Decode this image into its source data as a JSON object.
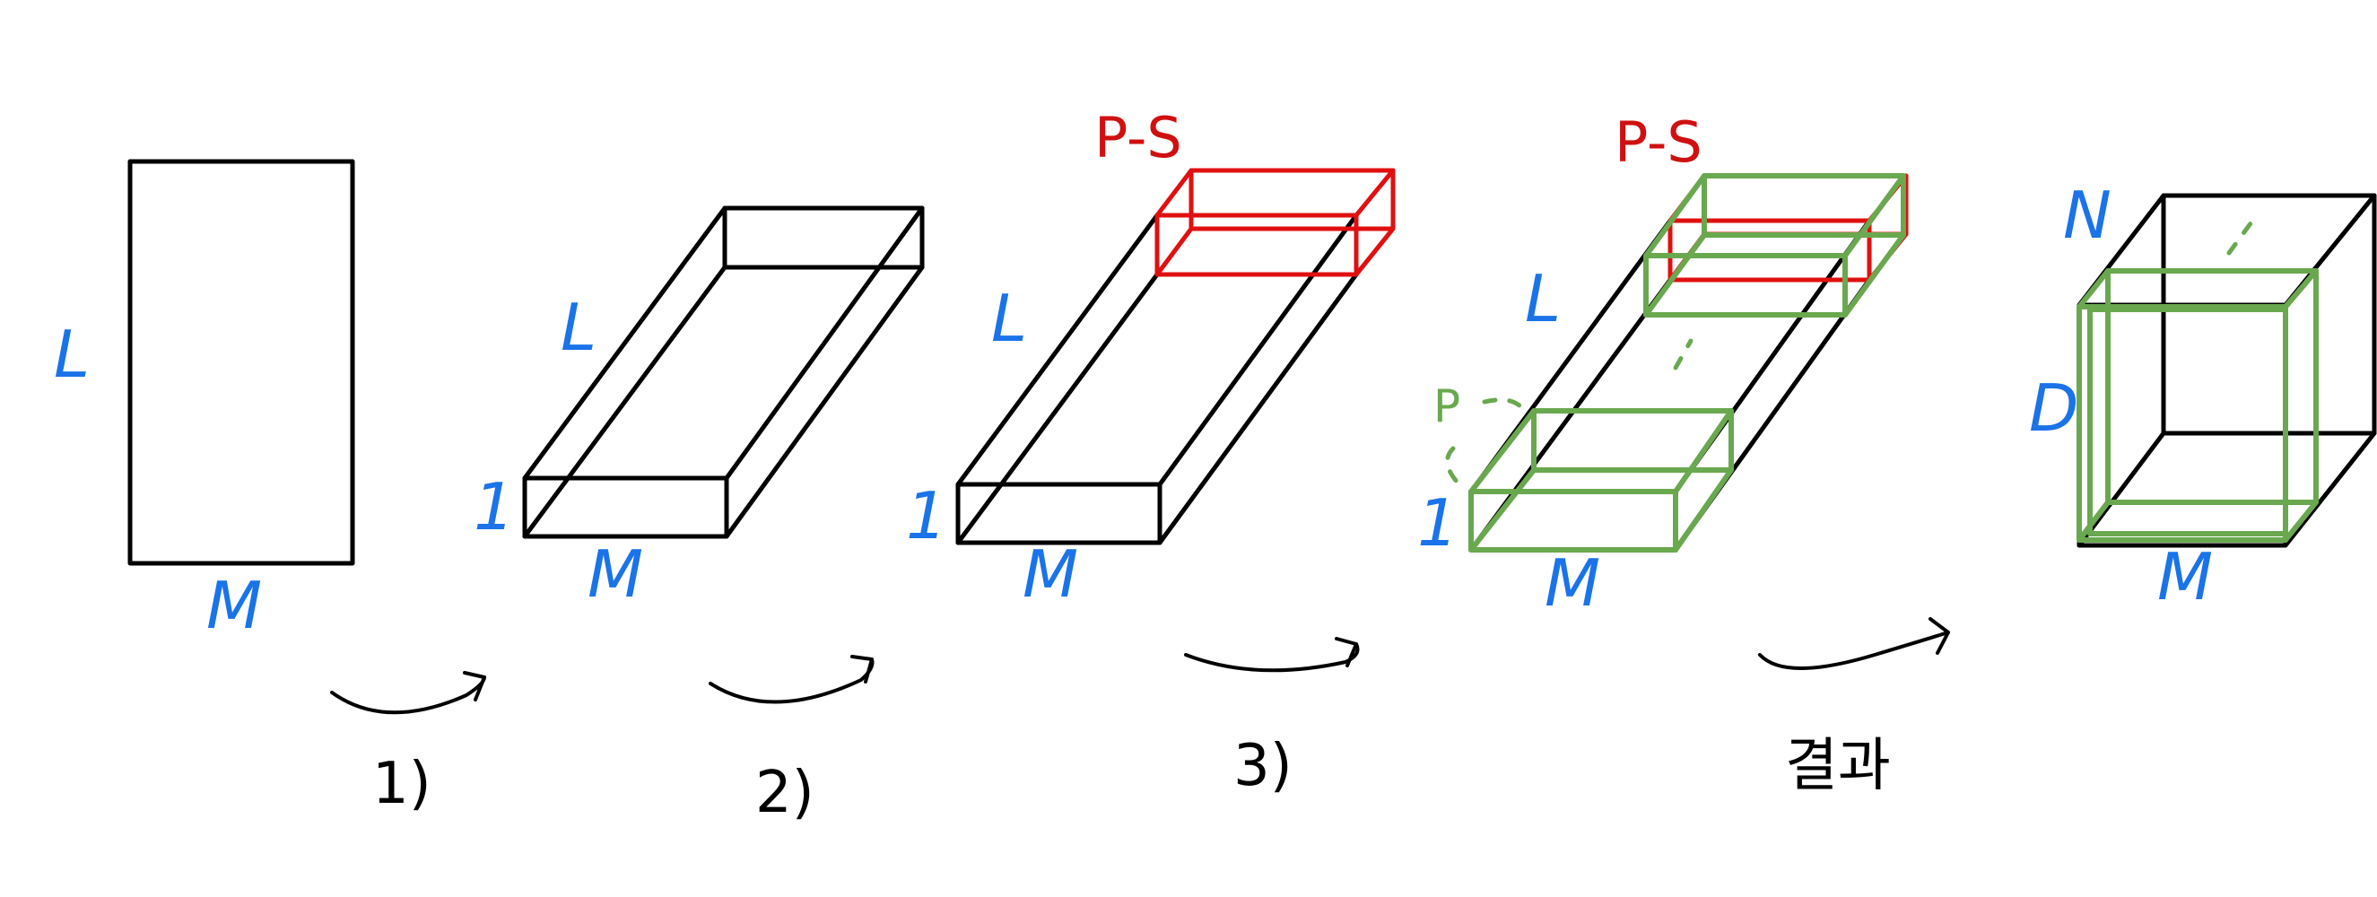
{
  "colors": {
    "outline": "#000000",
    "dimension_label": "#1a73e8",
    "slice_highlight": "#e01010",
    "window_highlight": "#6aa84f"
  },
  "stage1": {
    "height_label": "L",
    "width_label": "M"
  },
  "stage2": {
    "length_label": "L",
    "depth_label": "1",
    "width_label": "M"
  },
  "stage3": {
    "slice_label": "P-S",
    "length_label": "L",
    "depth_label": "1",
    "width_label": "M"
  },
  "stage4": {
    "slice_label": "P-S",
    "length_label": "L",
    "window_label": "P",
    "depth_label": "1",
    "width_label": "M"
  },
  "stage5": {
    "n_label": "N",
    "d_label": "D",
    "width_label": "M"
  },
  "steps": [
    {
      "label": "1)"
    },
    {
      "label": "2)"
    },
    {
      "label": "3)"
    },
    {
      "label": "결과"
    }
  ]
}
